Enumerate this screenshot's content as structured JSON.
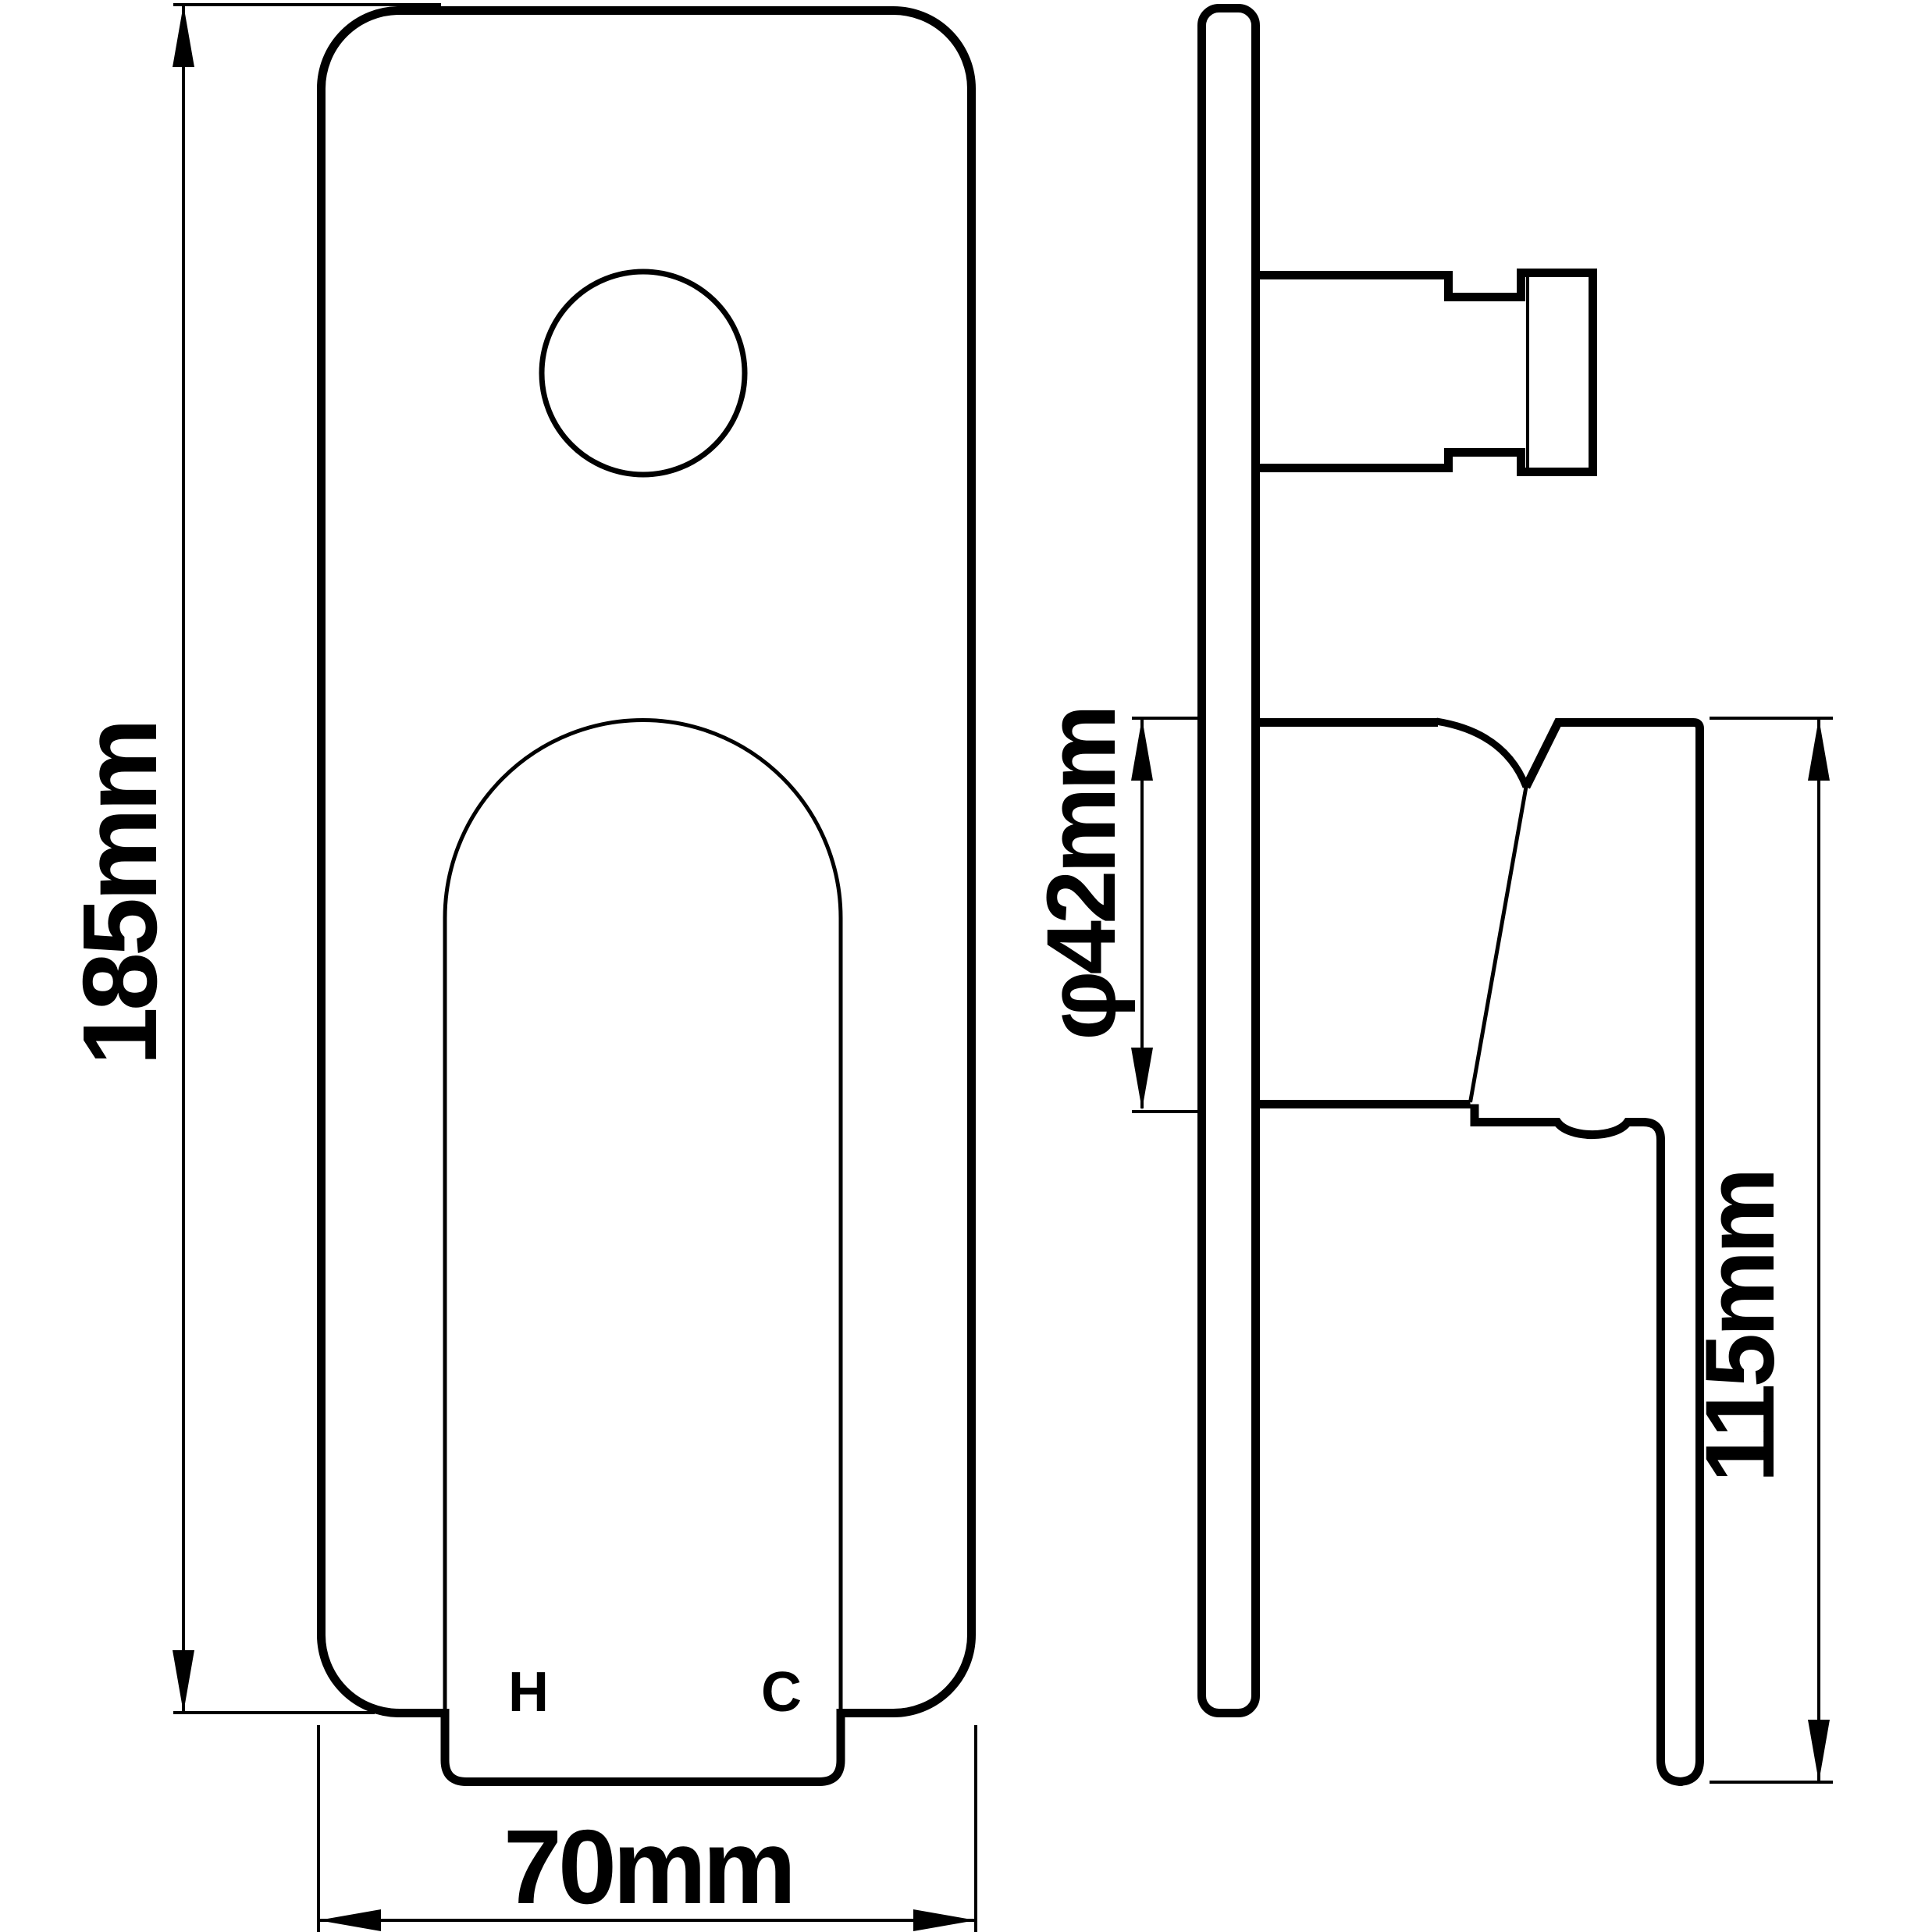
{
  "drawing": {
    "kind": "technical-dimension-drawing",
    "views": {
      "front_view": {
        "name": "front view of mixer cover plate",
        "hot_label": "H",
        "cold_label": "C",
        "height_dimension": "185mm",
        "width_dimension": "70mm"
      },
      "side_view": {
        "name": "side profile view of mixer body and lever",
        "diameter_dimension": "φ42mm",
        "height_dimension": "115mm"
      }
    },
    "colors": {
      "line": "#000000",
      "background": "#ffffff"
    }
  }
}
